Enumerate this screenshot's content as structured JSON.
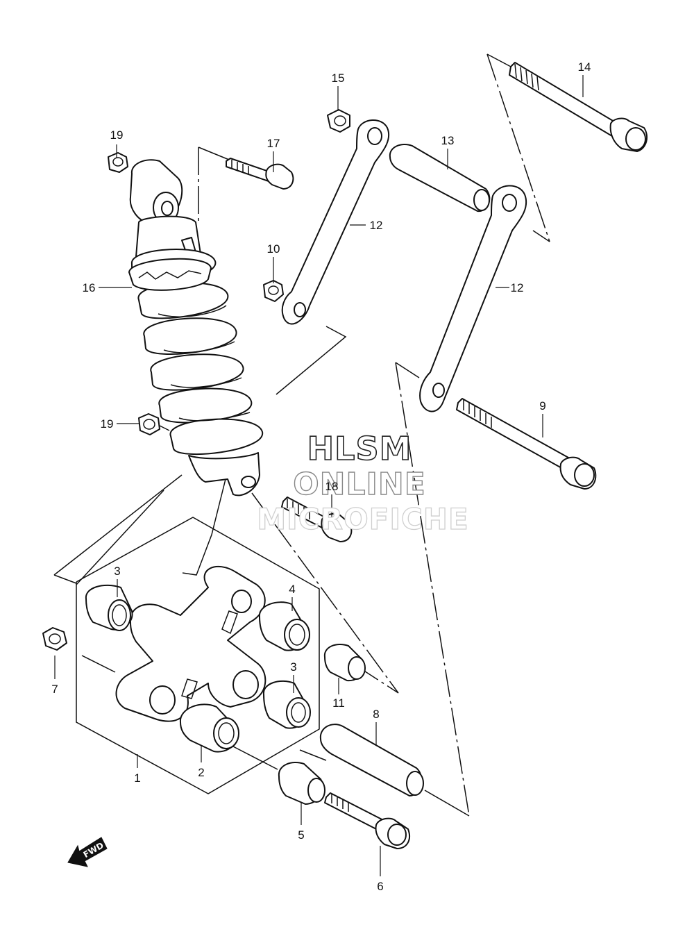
{
  "watermark": {
    "line1": "HLSM",
    "line2": "ONLINE",
    "line3": "MICROFICHE"
  },
  "fwd_badge": "FWD",
  "callouts": [
    {
      "id": "1",
      "text": "1"
    },
    {
      "id": "2",
      "text": "2"
    },
    {
      "id": "3a",
      "text": "3"
    },
    {
      "id": "3b",
      "text": "3"
    },
    {
      "id": "4",
      "text": "4"
    },
    {
      "id": "5",
      "text": "5"
    },
    {
      "id": "6",
      "text": "6"
    },
    {
      "id": "7",
      "text": "7"
    },
    {
      "id": "8",
      "text": "8"
    },
    {
      "id": "9",
      "text": "9"
    },
    {
      "id": "10",
      "text": "10"
    },
    {
      "id": "11",
      "text": "11"
    },
    {
      "id": "12a",
      "text": "12"
    },
    {
      "id": "12b",
      "text": "12"
    },
    {
      "id": "13",
      "text": "13"
    },
    {
      "id": "14",
      "text": "14"
    },
    {
      "id": "15",
      "text": "15"
    },
    {
      "id": "16",
      "text": "16"
    },
    {
      "id": "17",
      "text": "17"
    },
    {
      "id": "18",
      "text": "18"
    },
    {
      "id": "19a",
      "text": "19"
    },
    {
      "id": "19b",
      "text": "19"
    }
  ]
}
